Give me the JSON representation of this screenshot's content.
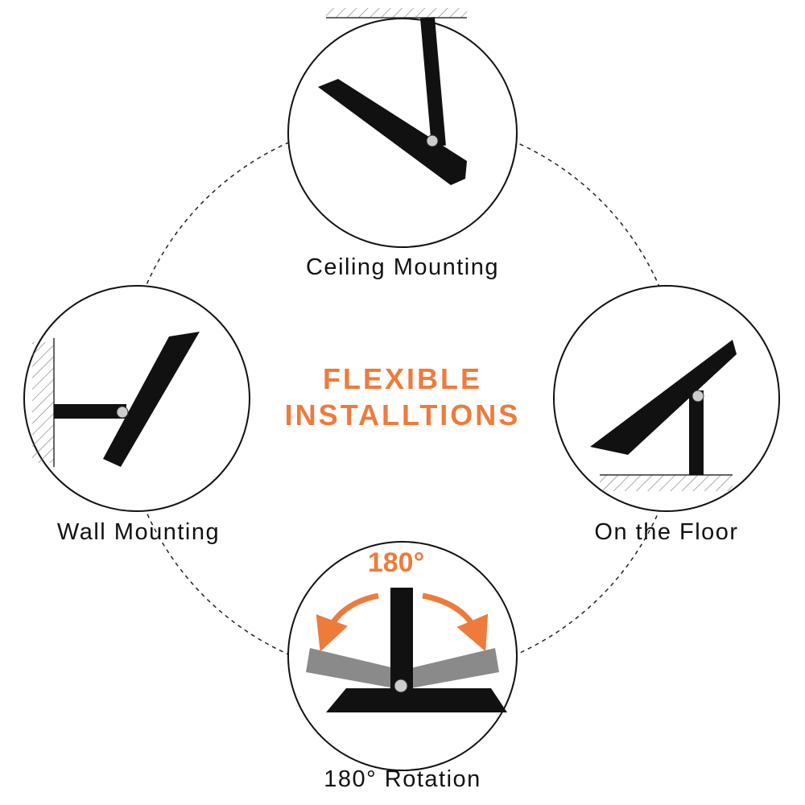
{
  "title": {
    "line1": "FLEXIBLE",
    "line2": "INSTALLTIONS"
  },
  "panels": [
    {
      "id": "ceiling",
      "label": "Ceiling Mounting"
    },
    {
      "id": "wall",
      "label": "Wall Mounting"
    },
    {
      "id": "floor",
      "label": "On the Floor"
    },
    {
      "id": "rotation",
      "label": "180° Rotation",
      "angle_label": "180°"
    }
  ],
  "colors": {
    "accent": "#ee7b3b",
    "lamp": "#111111",
    "lamp_ghost": "#8a8a8a"
  }
}
